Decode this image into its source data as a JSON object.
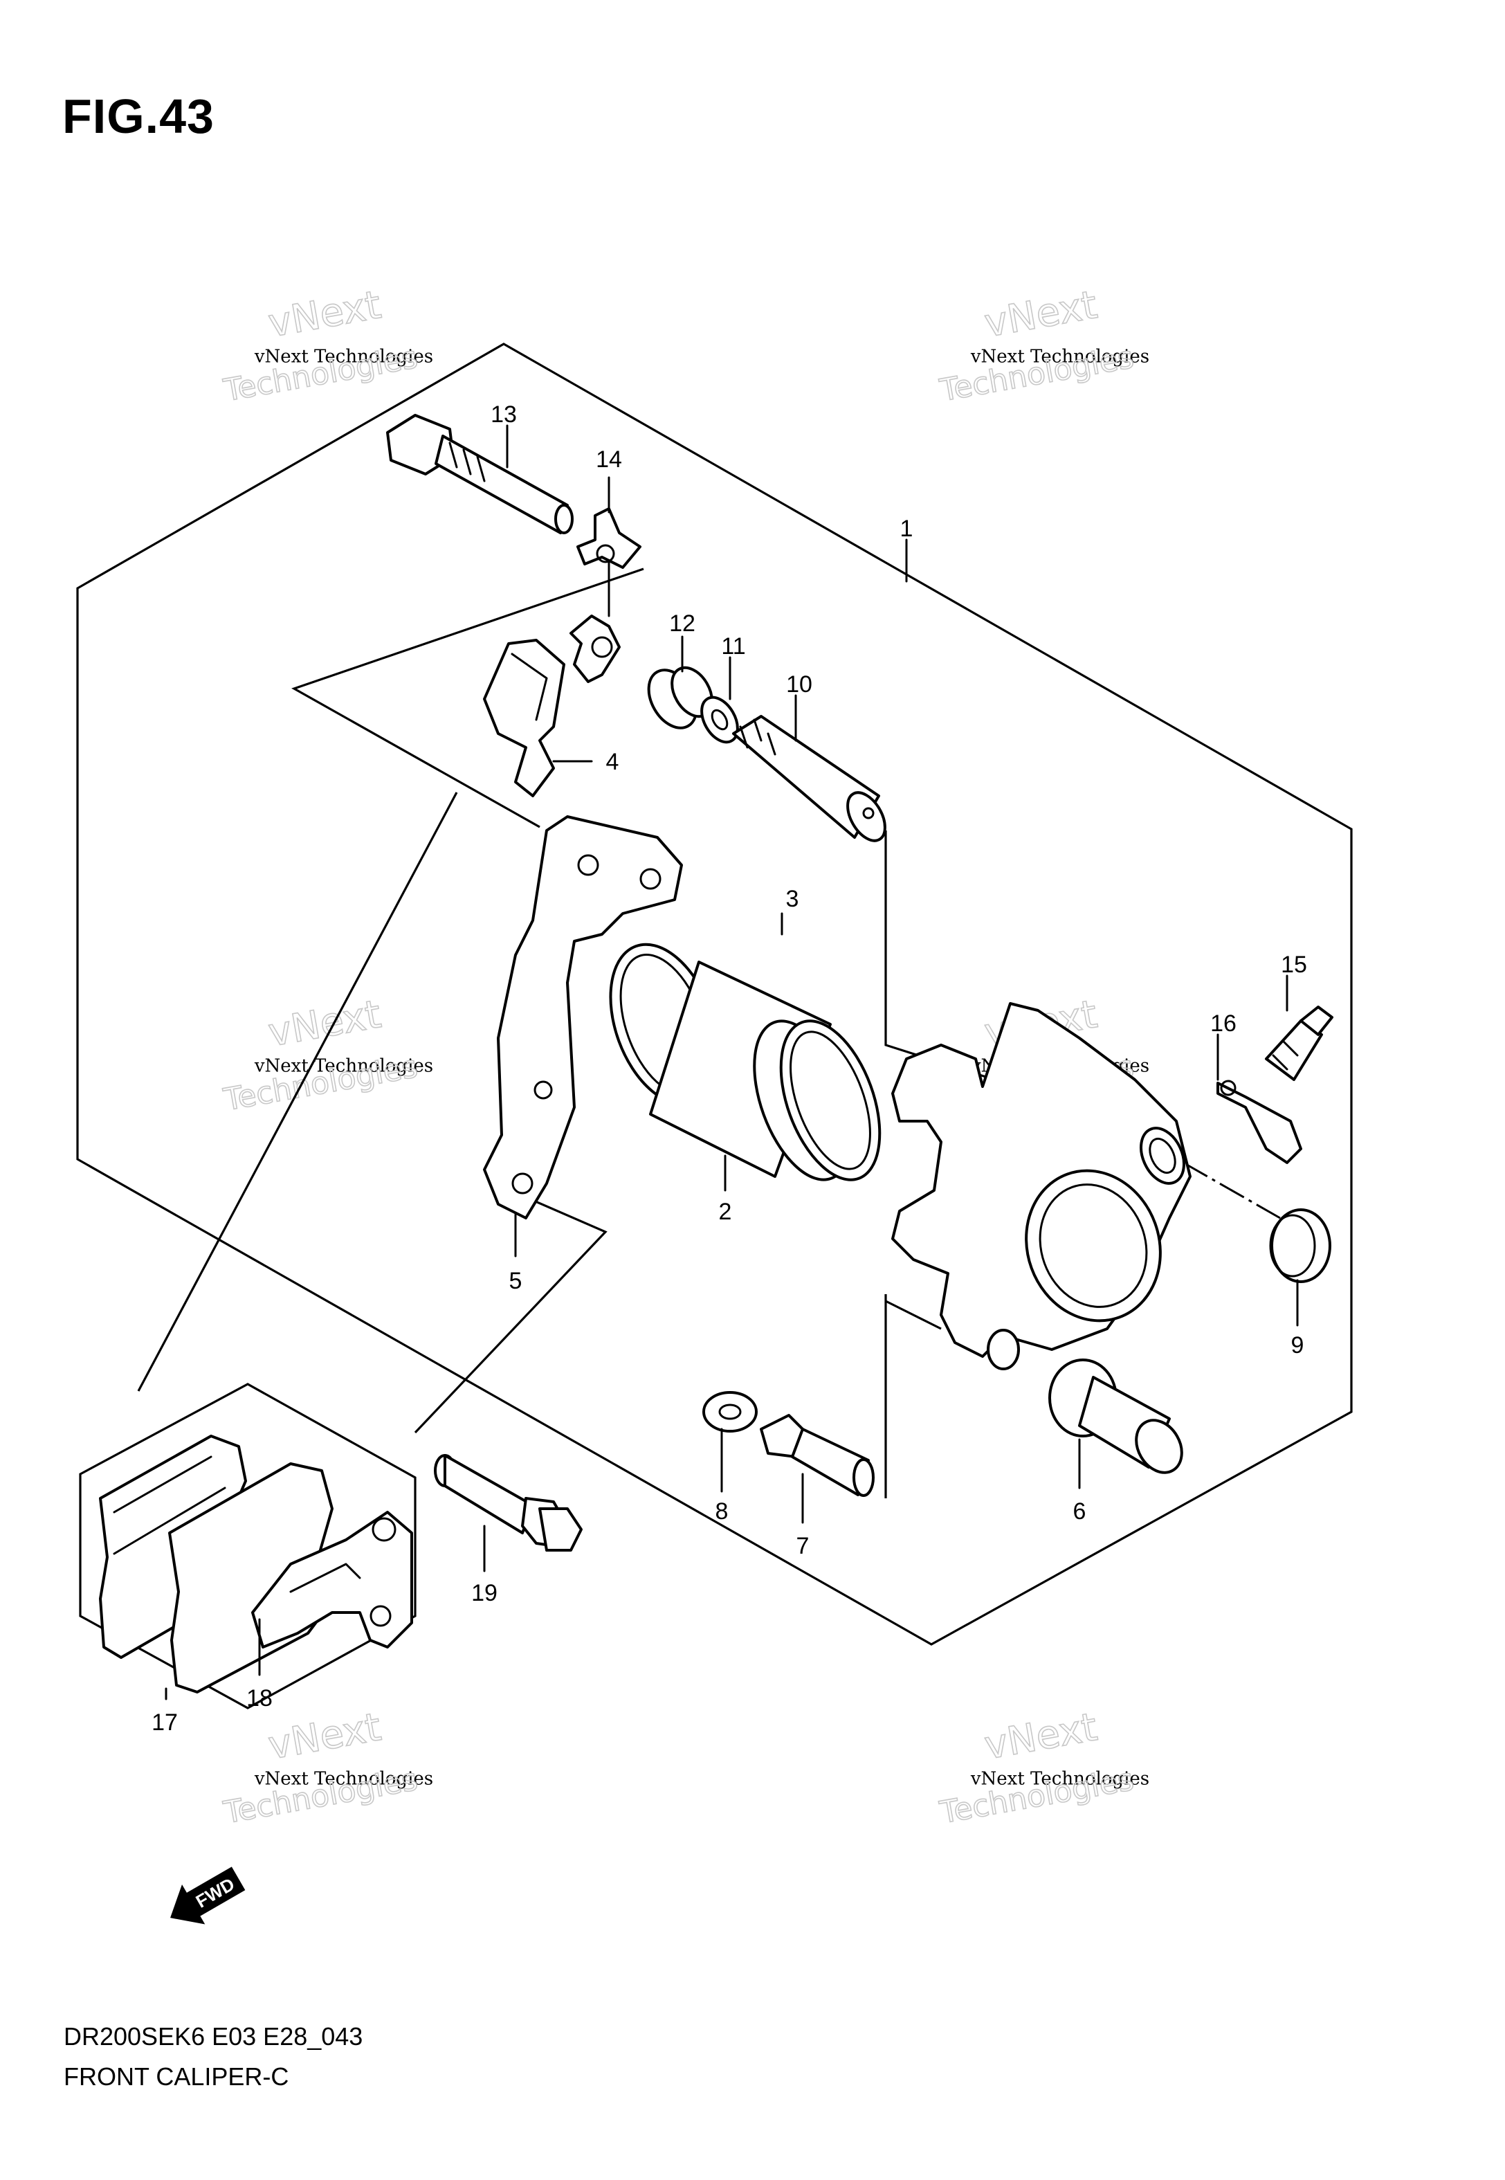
{
  "figure": {
    "title": "FIG.43",
    "code": "DR200SEK6 E03 E28_043",
    "name": "FRONT CALIPER-C"
  },
  "watermark": {
    "line1": "vNext",
    "line2": "vNext Technologies",
    "line3": "Technologies"
  },
  "direction_badge": "FWD",
  "callouts": [
    {
      "id": "1",
      "label": "1"
    },
    {
      "id": "2",
      "label": "2"
    },
    {
      "id": "3",
      "label": "3"
    },
    {
      "id": "4",
      "label": "4"
    },
    {
      "id": "5",
      "label": "5"
    },
    {
      "id": "6",
      "label": "6"
    },
    {
      "id": "7",
      "label": "7"
    },
    {
      "id": "8",
      "label": "8"
    },
    {
      "id": "9",
      "label": "9"
    },
    {
      "id": "10",
      "label": "10"
    },
    {
      "id": "11",
      "label": "11"
    },
    {
      "id": "12",
      "label": "12"
    },
    {
      "id": "13",
      "label": "13"
    },
    {
      "id": "14",
      "label": "14"
    },
    {
      "id": "15",
      "label": "15"
    },
    {
      "id": "16",
      "label": "16"
    },
    {
      "id": "17",
      "label": "17"
    },
    {
      "id": "18",
      "label": "18"
    },
    {
      "id": "19",
      "label": "19"
    }
  ]
}
